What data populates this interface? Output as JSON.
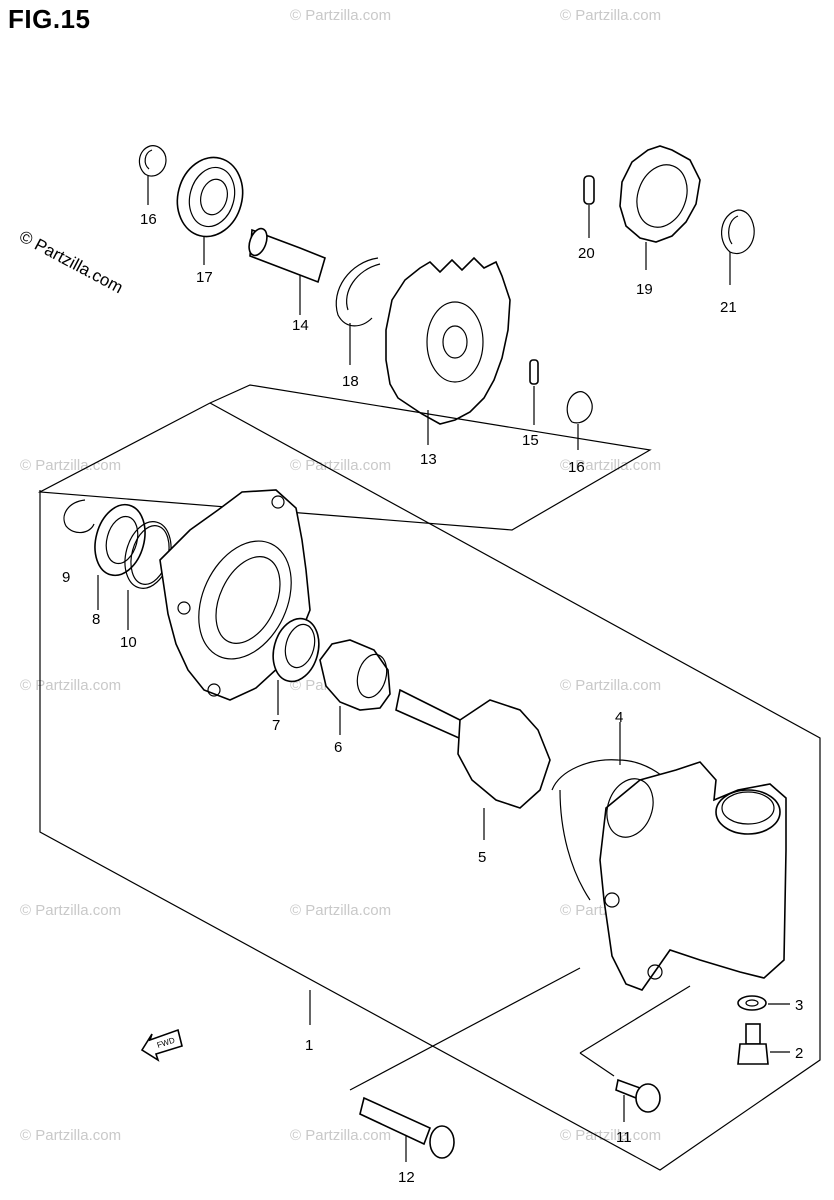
{
  "figure": {
    "title": "FIG.15"
  },
  "watermark": {
    "text": "© Partzilla.com"
  },
  "parts": {
    "p1": "1",
    "p2": "2",
    "p3": "3",
    "p4": "4",
    "p5": "5",
    "p6": "6",
    "p7": "7",
    "p8": "8",
    "p9": "9",
    "p10": "10",
    "p11": "11",
    "p12": "12",
    "p13": "13",
    "p14": "14",
    "p15": "15",
    "p16a": "16",
    "p16b": "16",
    "p17": "17",
    "p18": "18",
    "p19": "19",
    "p20": "20",
    "p21": "21"
  },
  "direction_marker": {
    "text": "FWD"
  }
}
